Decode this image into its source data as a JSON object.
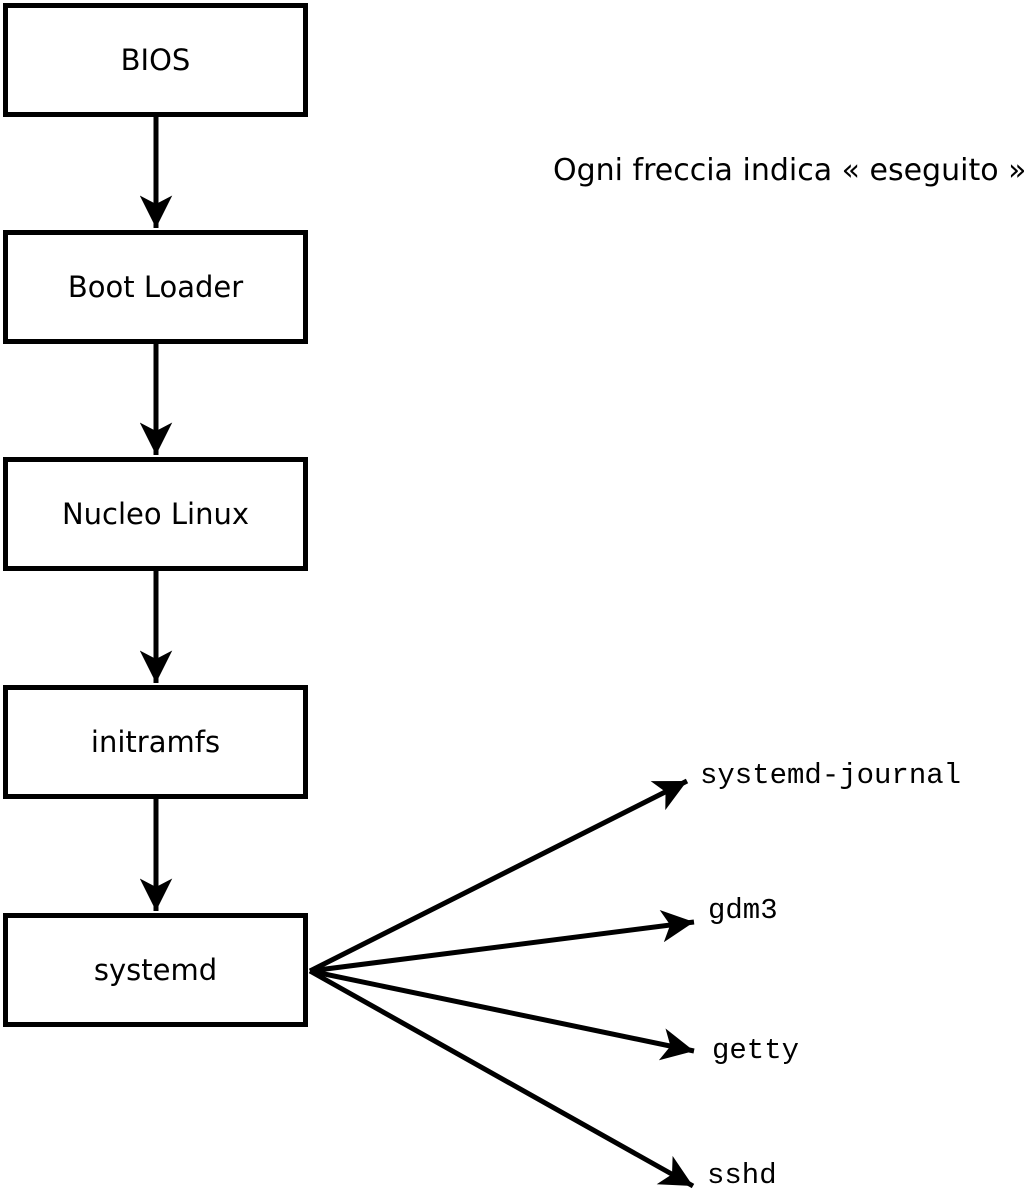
{
  "caption": {
    "text": "Ogni freccia indica « eseguito »."
  },
  "nodes": [
    {
      "id": "bios",
      "label": "BIOS"
    },
    {
      "id": "boot-loader",
      "label": "Boot Loader"
    },
    {
      "id": "nucleo-linux",
      "label": "Nucleo Linux"
    },
    {
      "id": "initramfs",
      "label": "initramfs"
    },
    {
      "id": "systemd",
      "label": "systemd"
    }
  ],
  "services": [
    {
      "id": "systemd-journal",
      "label": "systemd-journal"
    },
    {
      "id": "gdm3",
      "label": "gdm3"
    },
    {
      "id": "getty",
      "label": "getty"
    },
    {
      "id": "sshd",
      "label": "sshd"
    }
  ],
  "edges": {
    "chain": [
      "BIOS→Boot Loader",
      "Boot Loader→Nucleo Linux",
      "Nucleo Linux→initramfs",
      "initramfs→systemd"
    ],
    "fanout": [
      "systemd→systemd-journal",
      "systemd→gdm3",
      "systemd→getty",
      "systemd→sshd"
    ]
  },
  "colors": {
    "stroke": "#000000",
    "box_fill": "#ffffff",
    "background": "#ffffff",
    "text": "#000000"
  }
}
